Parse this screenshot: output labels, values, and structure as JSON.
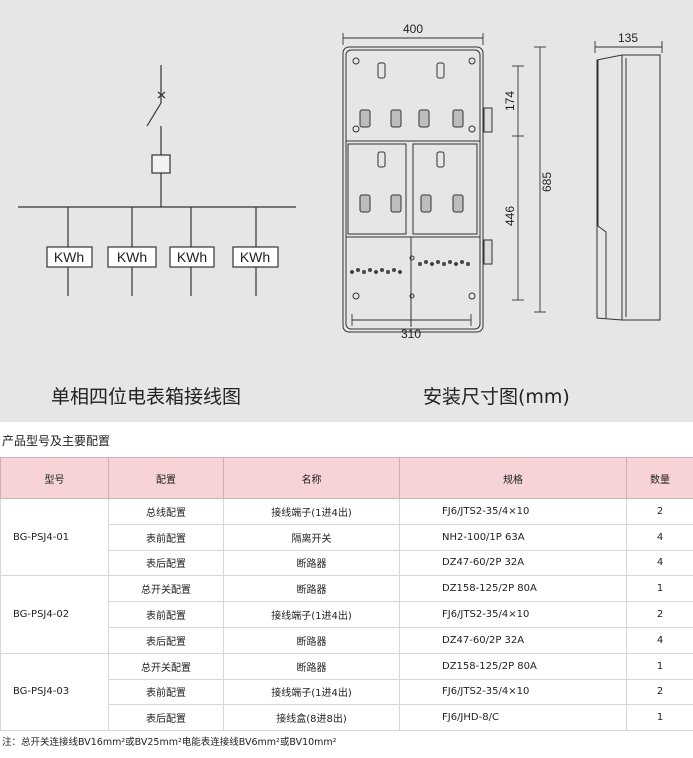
{
  "wiring": {
    "meter_labels": [
      "KWh",
      "KWh",
      "KWh",
      "KWh"
    ],
    "caption": "单相四位电表箱接线图"
  },
  "dimensions": {
    "width_top": "400",
    "width_bottom": "310",
    "depth": "135",
    "height_total": "685",
    "height_upper": "174",
    "height_middle": "446",
    "caption": "安装尺寸图(mm)"
  },
  "section_title": "产品型号及主要配置",
  "table": {
    "headers": [
      "型号",
      "配置",
      "名称",
      "规格",
      "数量"
    ],
    "groups": [
      {
        "model": "BG-PSJ4-01",
        "rows": [
          [
            "总线配置",
            "接线端子(1进4出)",
            "FJ6/JTS2-35/4×10",
            "2"
          ],
          [
            "表前配置",
            "隔离开关",
            "NH2-100/1P  63A",
            "4"
          ],
          [
            "表后配置",
            "断路器",
            "DZ47-60/2P  32A",
            "4"
          ]
        ]
      },
      {
        "model": "BG-PSJ4-02",
        "rows": [
          [
            "总开关配置",
            "断路器",
            "DZ158-125/2P  80A",
            "1"
          ],
          [
            "表前配置",
            "接线端子(1进4出)",
            "FJ6/JTS2-35/4×10",
            "2"
          ],
          [
            "表后配置",
            "断路器",
            "DZ47-60/2P  32A",
            "4"
          ]
        ]
      },
      {
        "model": "BG-PSJ4-03",
        "rows": [
          [
            "总开关配置",
            "断路器",
            "DZ158-125/2P  80A",
            "1"
          ],
          [
            "表前配置",
            "接线端子(1进4出)",
            "FJ6/JTS2-35/4×10",
            "2"
          ],
          [
            "表后配置",
            "接线盒(8进8出)",
            "FJ6/JHD-8/C",
            "1"
          ]
        ]
      }
    ]
  },
  "footnote": "注：总开关连接线BV16mm²或BV25mm²电能表连接线BV6mm²或BV10mm²"
}
